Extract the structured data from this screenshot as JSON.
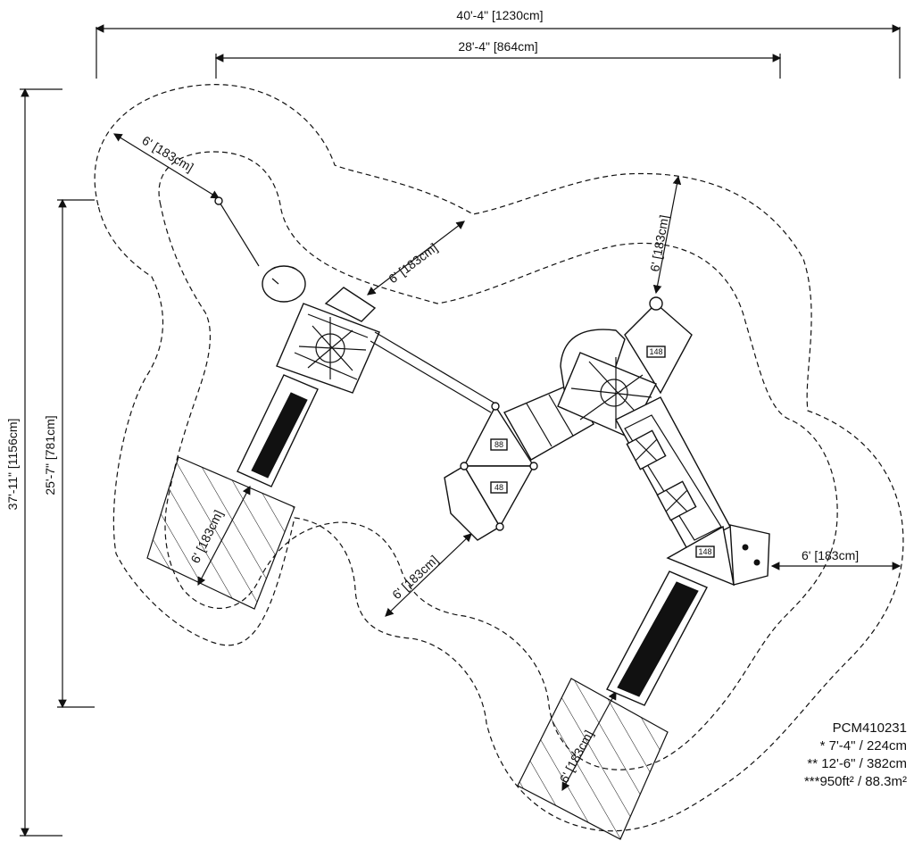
{
  "dimensions": {
    "overall_width": "40'-4\" [1230cm]",
    "inner_width": "28'-4\" [864cm]",
    "overall_height": "37'-11\" [1156cm]",
    "inner_height": "25'-7\" [781cm]",
    "clearance_swing": "6' [183cm]",
    "clearance_upper_mid": "6' [183cm]",
    "clearance_top_right": "6' [183cm]",
    "clearance_slide_left": "6' [183cm]",
    "clearance_lower_mid": "6' [183cm]",
    "clearance_right": "6' [183cm]",
    "clearance_slide_right": "6' [183cm]"
  },
  "platform_tags": {
    "p1": "148",
    "p2": "88",
    "p3": "48",
    "p4": "148"
  },
  "model_info": {
    "model": "PCM410231",
    "line1": "* 7'-4\" / 224cm",
    "line2": "** 12'-6\" / 382cm",
    "line3": "***950ft² / 88.3m²"
  }
}
